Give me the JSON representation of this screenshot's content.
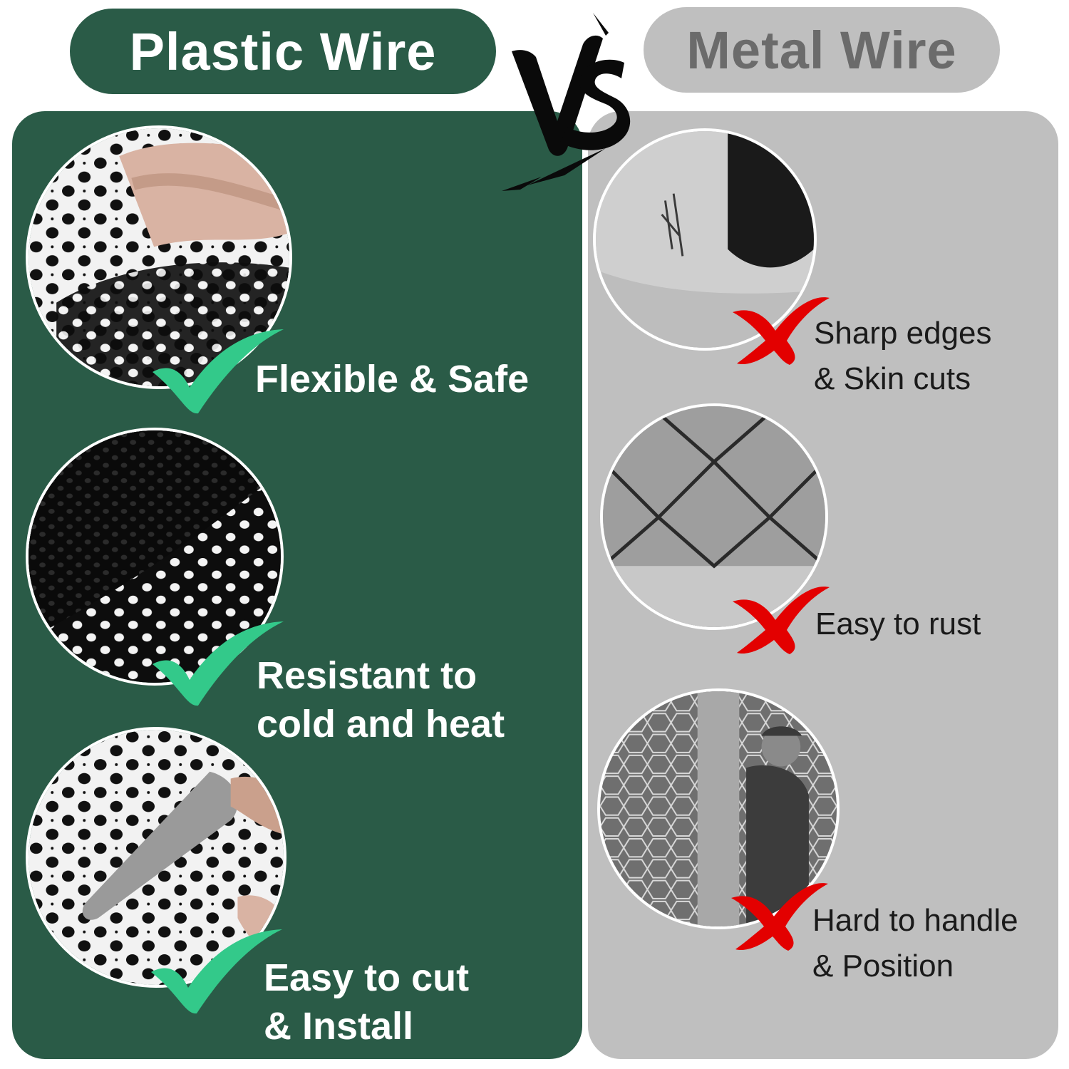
{
  "header": {
    "left_title": "Plastic Wire",
    "right_title": "Metal Wire",
    "vs_icon": "vs-brush-icon"
  },
  "colors": {
    "plastic_green": "#2a5b47",
    "metal_gray": "#bfbfbf",
    "check_green": "#33c98a",
    "cross_red": "#e30000"
  },
  "plastic": {
    "items": [
      {
        "lines": [
          "Flexible & Safe"
        ],
        "icon": "checkmark-icon"
      },
      {
        "lines": [
          "Resistant to",
          "cold and heat"
        ],
        "icon": "checkmark-icon"
      },
      {
        "lines": [
          "Easy to cut",
          "& Install"
        ],
        "icon": "checkmark-icon"
      }
    ]
  },
  "metal": {
    "items": [
      {
        "lines": [
          "Sharp edges",
          "& Skin cuts"
        ],
        "icon": "cross-icon"
      },
      {
        "lines": [
          "Easy to rust"
        ],
        "icon": "cross-icon"
      },
      {
        "lines": [
          "Hard to handle",
          "& Position"
        ],
        "icon": "cross-icon"
      }
    ]
  }
}
